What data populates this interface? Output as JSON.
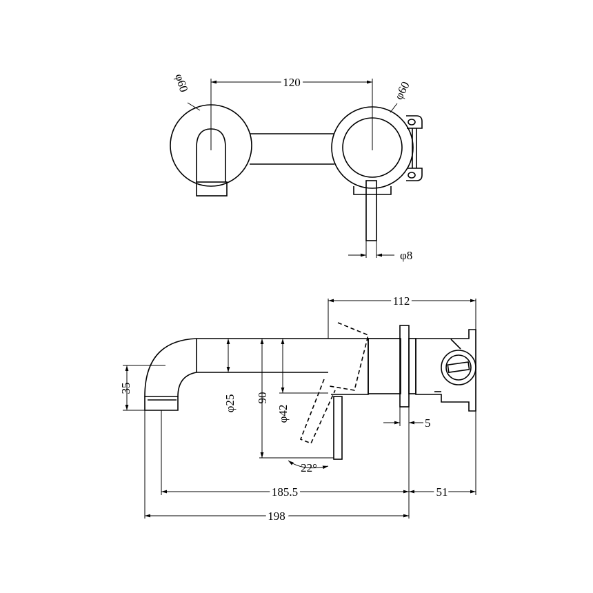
{
  "colors": {
    "line": "#000000",
    "background": "#ffffff"
  },
  "top_view": {
    "dim_spacing": "120",
    "dim_left_dia": "φ60",
    "dim_right_dia": "φ60",
    "dim_lever_dia": "φ8"
  },
  "side_view": {
    "dim_overall_depth": "112",
    "dim_spout_drop": "35",
    "dim_spout_dia": "φ25",
    "dim_lever_height": "90",
    "dim_plate_dia": "φ42",
    "dim_angle": "22°",
    "dim_plate_thickness": "5",
    "dim_spout_reach": "185.5",
    "dim_body_depth": "51",
    "dim_overall_reach": "198"
  }
}
